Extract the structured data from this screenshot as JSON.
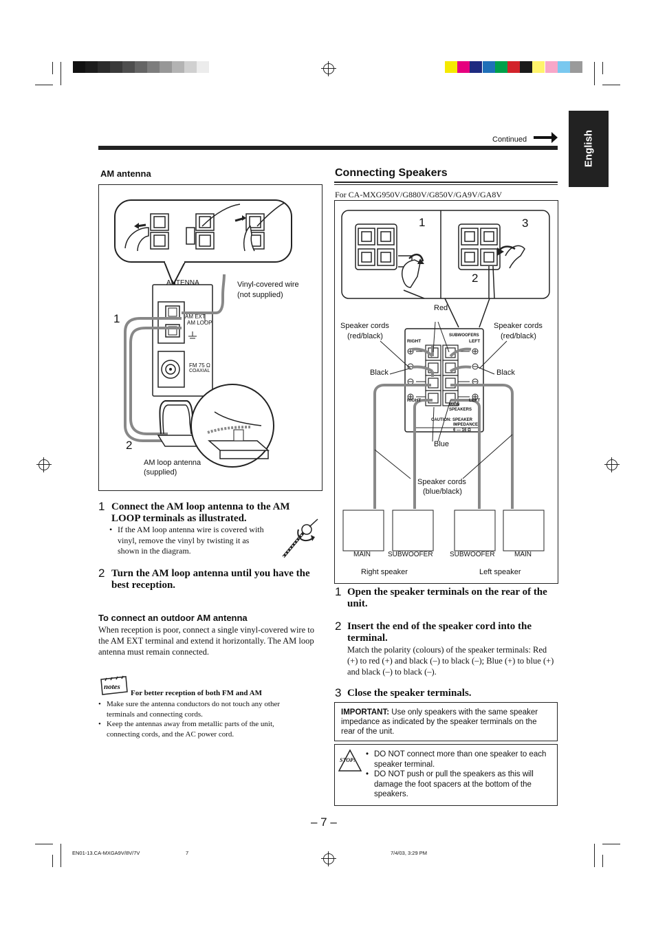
{
  "side_tab": {
    "label": "English"
  },
  "header": {
    "continued": "Continued"
  },
  "left": {
    "am_heading": "AM antenna",
    "fig": {
      "antenna_label": "ANTENNA",
      "am_ext": "AM EXT",
      "am_loop": "AM LOOP",
      "fm_label": "FM 75 Ω",
      "fm_coaxial": "COAXIAL",
      "vinyl_wire": "Vinyl-covered wire",
      "vinyl_note": "(not supplied)",
      "callout_1": "1",
      "callout_2": "2",
      "loop_antenna": "AM loop antenna",
      "loop_supplied": "(supplied)"
    },
    "steps": [
      {
        "num": "1",
        "title": "Connect the AM loop antenna to the AM LOOP terminals as illustrated.",
        "bullet": "If the AM loop antenna wire is covered with vinyl, remove the vinyl by twisting it as shown in the diagram."
      },
      {
        "num": "2",
        "title": "Turn the AM loop antenna until you have the best reception."
      }
    ],
    "outdoor_heading": "To connect an outdoor AM antenna",
    "outdoor_text": "When reception is poor, connect a single vinyl-covered wire to the AM EXT terminal and extend it horizontally. The AM loop antenna must remain connected.",
    "notes": {
      "icon_label": "notes",
      "heading": "For better reception of both FM and AM",
      "items": [
        "Make sure the antenna conductors do not touch any other terminals and connecting cords.",
        "Keep the antennas away from metallic parts of the unit, connecting cords, and the AC power cord."
      ]
    }
  },
  "right": {
    "title": "Connecting Speakers",
    "model_line": "For CA-MXG950V/G880V/G850V/GA9V/GA8V",
    "fig": {
      "n1": "1",
      "n2": "2",
      "n3": "3",
      "red": "Red",
      "cords_left": "Speaker cords",
      "cords_left_sub": "(red/black)",
      "cords_right": "Speaker cords",
      "cords_right_sub": "(red/black)",
      "black_left": "Black",
      "black_right": "Black",
      "term_right": "RIGHT",
      "term_subwoofers": "SUBWOOFERS",
      "term_left": "LEFT",
      "term_main": "MAIN",
      "term_speakers": "SPEAKERS",
      "caution1": "CAUTION: SPEAKER",
      "caution2": "IMPEDANCE",
      "caution3": "6 — 16 Ω",
      "blue": "Blue",
      "blue_cords": "Speaker cords",
      "blue_cords_sub": "(blue/black)",
      "spk_main_r": "MAIN",
      "spk_sub_r": "SUBWOOFER",
      "spk_sub_l": "SUBWOOFER",
      "spk_main_l": "MAIN",
      "right_speaker": "Right speaker",
      "left_speaker": "Left speaker"
    },
    "steps": [
      {
        "num": "1",
        "title": "Open the speaker terminals on the rear of the unit."
      },
      {
        "num": "2",
        "title": "Insert the end of the speaker cord into the terminal.",
        "text": "Match the polarity (colours) of the speaker terminals: Red (+) to red (+) and black (–) to black (–); Blue (+) to blue (+) and black (–) to black (–)."
      },
      {
        "num": "3",
        "title": "Close the speaker terminals."
      }
    ],
    "important": {
      "label": "IMPORTANT:",
      "text": " Use only speakers with the same speaker impedance as indicated by the speaker terminals on the rear of the unit."
    },
    "stop": {
      "icon_label": "STOP!",
      "items": [
        "DO NOT connect more than one speaker to each speaker terminal.",
        "DO NOT push or pull the speakers as this will damage the foot spacers at the bottom of the speakers."
      ]
    }
  },
  "page_number": "– 7 –",
  "footer": {
    "file": "EN01-13.CA-MXGA9V/8V/7V",
    "page": "7",
    "date": "7/4/03, 3:29 PM"
  },
  "colors": {
    "gray_bar": [
      "#111111",
      "#1c1c1c",
      "#2b2b2b",
      "#3a3a3a",
      "#4e4e4e",
      "#656565",
      "#7d7d7d",
      "#979797",
      "#b3b3b3",
      "#d0d0d0",
      "#ececec"
    ],
    "color_bar": [
      "#f5e900",
      "#e6007e",
      "#1e2a80",
      "#2070b8",
      "#00a04a",
      "#d2232a",
      "#1a1a1a",
      "#fff36b",
      "#f7a7c8",
      "#79c8ef",
      "#9a9a9a"
    ]
  }
}
